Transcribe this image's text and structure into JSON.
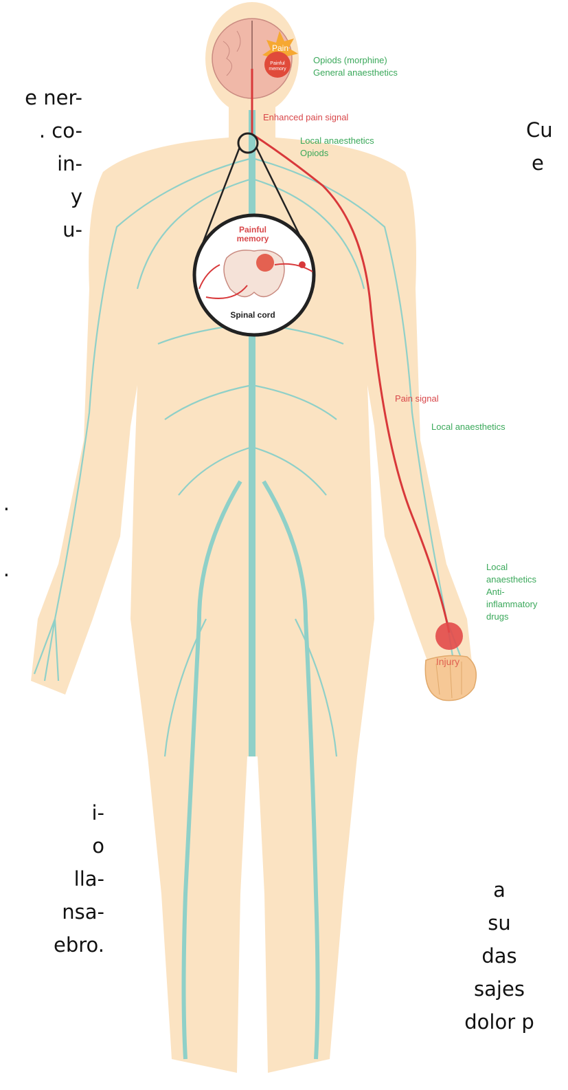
{
  "left_text": {
    "top": [
      "e ner-",
      ". co-",
      "in-",
      "y",
      "u-"
    ],
    "mid": [
      ".",
      "."
    ],
    "bottom": [
      "i-",
      "o",
      "lla-",
      "nsa-",
      "ebro."
    ]
  },
  "right_text": {
    "top": [
      "Cu",
      "e"
    ],
    "bottom": [
      "a",
      "su",
      "das",
      "sajes",
      "dolor p"
    ]
  },
  "labels": {
    "pain": "Pain",
    "painful_memory_small_1": "Painful",
    "painful_memory_small_2": "memory",
    "opiods_morphine": "Opiods (morphine)",
    "general_anaesthetics": "General anaesthetics",
    "enhanced_pain_signal": "Enhanced pain signal",
    "local_anaesthetics_1": "Local anaesthetics",
    "opiods": "Opiods",
    "painful_memory_1": "Painful",
    "painful_memory_2": "memory",
    "spinal_cord": "Spinal cord",
    "pain_signal": "Pain signal",
    "local_anaesthetics_2": "Local anaesthetics",
    "local": "Local",
    "anaesthetics": "anaesthetics",
    "anti": "Anti-",
    "inflammatory": "inflammatory",
    "drugs": "drugs",
    "injury": "Injury"
  },
  "colors": {
    "skin": "#fbe3c2",
    "nerve": "#8fd0c8",
    "pain": "#d8383a",
    "green_text": "#3aa85a",
    "red_text": "#d8474a",
    "brain": "#f0b8a8"
  }
}
